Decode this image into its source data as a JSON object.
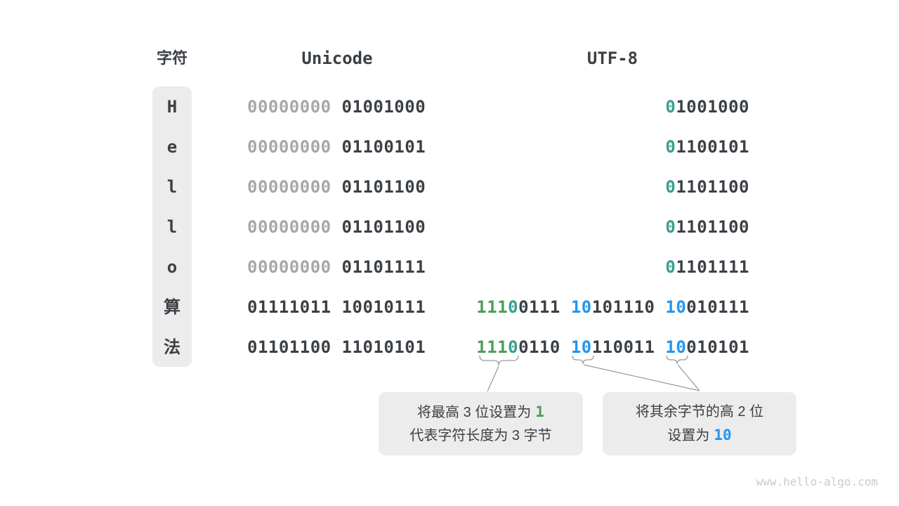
{
  "title": "UTF-8 encoding diagram",
  "colors": {
    "dark": "#3b4045",
    "muted_zeros": "#a7a7a7",
    "green_prefix": "#4c9e53",
    "teal_prefix": "#399e8f",
    "blue_prefix": "#2196f3",
    "box_background": "#ececec"
  },
  "header": {
    "char_label": "字符",
    "unicode_label": "Unicode",
    "utf8_label": "UTF-8"
  },
  "rows": [
    {
      "char": "H",
      "unicode": [
        "00000000",
        "01001000"
      ],
      "unicode_high_muted": true,
      "utf8_bytes": [
        [
          {
            "t": "0",
            "c": "teal"
          },
          {
            "t": "1001000",
            "c": "dark"
          }
        ]
      ]
    },
    {
      "char": "e",
      "unicode": [
        "00000000",
        "01100101"
      ],
      "unicode_high_muted": true,
      "utf8_bytes": [
        [
          {
            "t": "0",
            "c": "teal"
          },
          {
            "t": "1100101",
            "c": "dark"
          }
        ]
      ]
    },
    {
      "char": "l",
      "unicode": [
        "00000000",
        "01101100"
      ],
      "unicode_high_muted": true,
      "utf8_bytes": [
        [
          {
            "t": "0",
            "c": "teal"
          },
          {
            "t": "1101100",
            "c": "dark"
          }
        ]
      ]
    },
    {
      "char": "l",
      "unicode": [
        "00000000",
        "01101100"
      ],
      "unicode_high_muted": true,
      "utf8_bytes": [
        [
          {
            "t": "0",
            "c": "teal"
          },
          {
            "t": "1101100",
            "c": "dark"
          }
        ]
      ]
    },
    {
      "char": "o",
      "unicode": [
        "00000000",
        "01101111"
      ],
      "unicode_high_muted": true,
      "utf8_bytes": [
        [
          {
            "t": "0",
            "c": "teal"
          },
          {
            "t": "1101111",
            "c": "dark"
          }
        ]
      ]
    },
    {
      "char": "算",
      "unicode": [
        "01111011",
        "10010111"
      ],
      "unicode_high_muted": false,
      "utf8_bytes": [
        [
          {
            "t": "111",
            "c": "green"
          },
          {
            "t": "0",
            "c": "teal"
          },
          {
            "t": "0111",
            "c": "dark"
          }
        ],
        [
          {
            "t": "10",
            "c": "blue"
          },
          {
            "t": "101110",
            "c": "dark"
          }
        ],
        [
          {
            "t": "10",
            "c": "blue"
          },
          {
            "t": "010111",
            "c": "dark"
          }
        ]
      ]
    },
    {
      "char": "法",
      "unicode": [
        "01101100",
        "11010101"
      ],
      "unicode_high_muted": false,
      "utf8_bytes": [
        [
          {
            "t": "111",
            "c": "green"
          },
          {
            "t": "0",
            "c": "teal"
          },
          {
            "t": "0110",
            "c": "dark"
          }
        ],
        [
          {
            "t": "10",
            "c": "blue"
          },
          {
            "t": "110011",
            "c": "dark"
          }
        ],
        [
          {
            "t": "10",
            "c": "blue"
          },
          {
            "t": "010101",
            "c": "dark"
          }
        ]
      ]
    }
  ],
  "callouts": [
    {
      "line1_text": "将最高 3 位设置为",
      "line1_num": "1",
      "line2_text": "代表字符长度为 3 字节"
    },
    {
      "line1_text": "将其余字节的高 2 位",
      "line2_text": "设置为",
      "line2_num": "10"
    }
  ],
  "footer": {
    "watermark": "www.hello-algo.com"
  }
}
